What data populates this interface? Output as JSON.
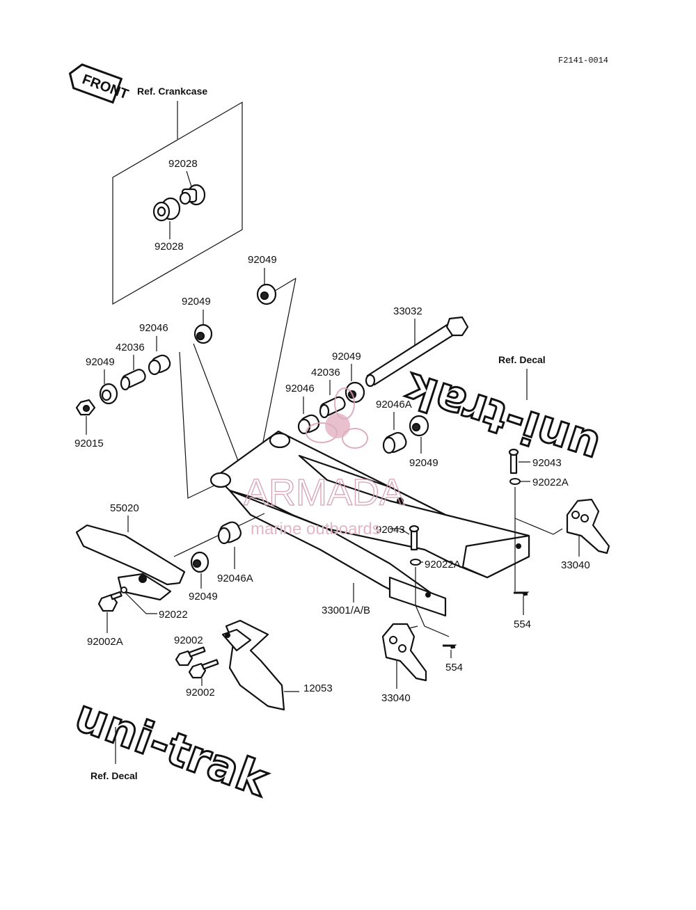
{
  "figure_code": "F2141-0014",
  "front_label": "FRONT",
  "refs": {
    "crankcase": "Ref. Crankcase",
    "decal_top": "Ref. Decal",
    "decal_bottom": "Ref. Decal"
  },
  "decals": {
    "top_text": "uni-trak",
    "bottom_text": "uni-trak"
  },
  "watermark": {
    "brand": "ARMADA",
    "tagline": "marine outboards"
  },
  "callouts": {
    "c92028_top": "92028",
    "c92028_bottom": "92028",
    "c92049_a": "92049",
    "c92049_b": "92049",
    "c92049_c": "92049",
    "c92049_d": "92049",
    "c92049_e": "92049",
    "c92049_f": "92049",
    "c92046_a": "92046",
    "c92046_b": "92046",
    "c42036_a": "42036",
    "c42036_b": "42036",
    "c92015": "92015",
    "c33032": "33032",
    "c92046A_a": "92046A",
    "c92046A_b": "92046A",
    "c92043_a": "92043",
    "c92043_b": "92043",
    "c92022A_a": "92022A",
    "c92022A_b": "92022A",
    "c55020": "55020",
    "c92022": "92022",
    "c92002A": "92002A",
    "c92002_a": "92002",
    "c92002_b": "92002",
    "c12053": "12053",
    "c33001": "33001/A/B",
    "c33040_a": "33040",
    "c33040_b": "33040",
    "c554_a": "554",
    "c554_b": "554"
  }
}
